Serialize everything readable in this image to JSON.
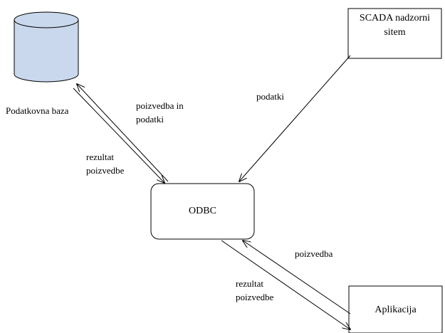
{
  "nodes": {
    "database": {
      "label": "Podatkovna baza",
      "shape": "cylinder",
      "fill": "#c9d8ec"
    },
    "scada": {
      "label_line1": "SCADA nadzorni",
      "label_line2": "sitem"
    },
    "odbc": {
      "label": "ODBC"
    },
    "app": {
      "label": "Aplikacija"
    }
  },
  "edges": {
    "query_db_line1": "poizvedba in",
    "query_db_line2": "podatki",
    "result_db_line1": "rezultat",
    "result_db_line2": "poizvedbe",
    "scada_data": "podatki",
    "app_query": "poizvedba",
    "result_app_line1": "rezultat",
    "result_app_line2": "poizvedbe"
  }
}
